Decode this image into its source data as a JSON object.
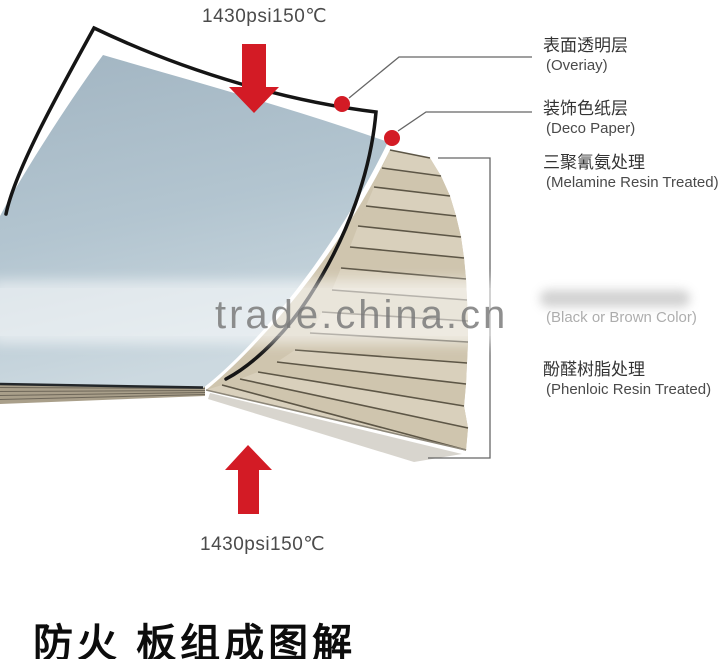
{
  "diagram": {
    "top_pressure_label": "1430psi150℃",
    "bottom_pressure_label": "1430psi150℃",
    "watermark": "trade.china.cn",
    "title": "防火 板组成图解",
    "labels": {
      "overlay": {
        "zh": "表面透明层",
        "en": "(Overiay)"
      },
      "deco_paper": {
        "zh": "装饰色纸层",
        "en": "(Deco Paper)"
      },
      "melamine": {
        "zh": "三聚氰氨处理",
        "en": "(Melamine Resin Treated)"
      },
      "core_color": {
        "zh": "",
        "en": "(Black or Brown Color)"
      },
      "phenolic": {
        "zh": "酚醛树脂处理",
        "en": "(Phenloic Resin Treated)"
      }
    },
    "colors": {
      "accent_red": "#d31b25",
      "deco_blue_top": "#a2b5c2",
      "deco_blue_bottom": "#ccd9e0",
      "kraft_tan": "#d9d0bc",
      "kraft_tan_alt": "#cfc5ae",
      "kraft_edge": "#5d5646",
      "outline_black": "#151515",
      "leader_gray": "#666666"
    }
  }
}
